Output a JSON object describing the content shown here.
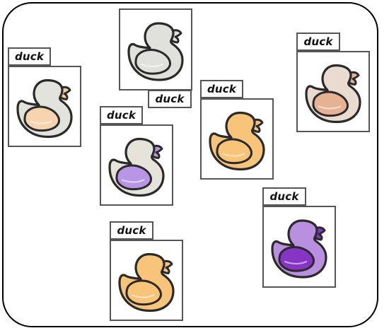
{
  "ducks": [
    {
      "label": "duck",
      "body": "#e3e3dd",
      "wing": "#f7d3b0",
      "beak": "#f6c79c"
    },
    {
      "label": "duck",
      "body": "#e0e0dc",
      "wing": "#e0e0dc",
      "beak": "#e0e0dc"
    },
    {
      "label": "duck",
      "body": "#e6e3da",
      "wing": "#b995e6",
      "beak": "#b995e6"
    },
    {
      "label": "duck",
      "body": "#f8c479",
      "wing": "#f8c479",
      "beak": "#f8c479"
    },
    {
      "label": "duck",
      "body": "#e9dbd0",
      "wing": "#e7b293",
      "beak": "#e7b293"
    },
    {
      "label": "duck",
      "body": "#b98fdf",
      "wing": "#8534c4",
      "beak": "#8534c4"
    },
    {
      "label": "duck",
      "body": "#f8c479",
      "wing": "#f8c479",
      "beak": "#f8c479"
    }
  ]
}
